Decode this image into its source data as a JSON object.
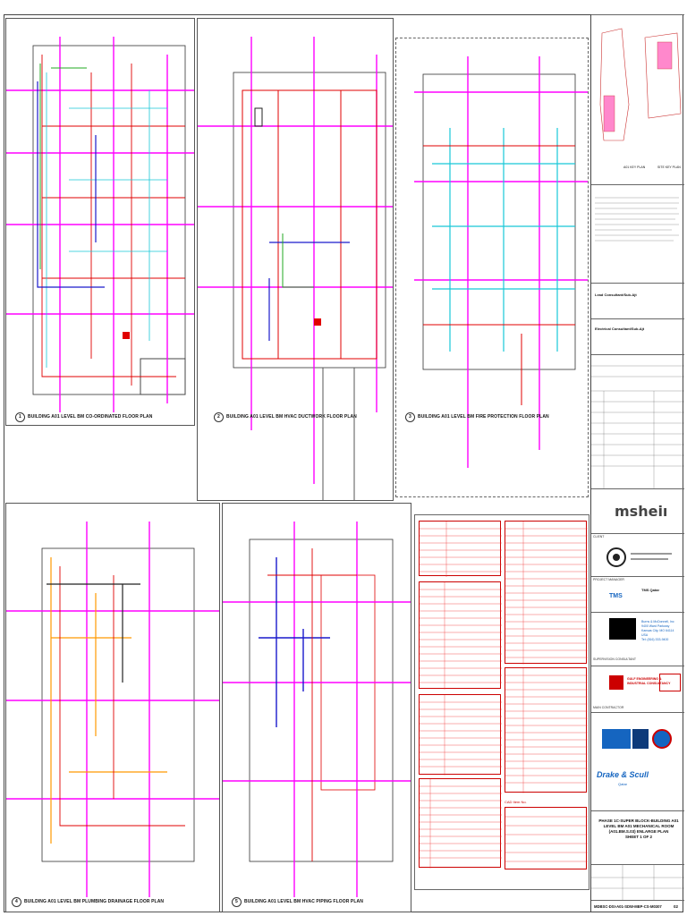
{
  "plans": {
    "p1": {
      "num": "1",
      "caption": "BUILDING A01 LEVEL BM CO-ORDINATED FLOOR PLAN"
    },
    "p2": {
      "num": "2",
      "caption": "BUILDING A01 LEVEL BM HVAC DUCTWORK FLOOR PLAN"
    },
    "p3": {
      "num": "3",
      "caption": "BUILDING A01 LEVEL BM FIRE PROTECTION FLOOR PLAN"
    },
    "p4": {
      "num": "4",
      "caption": "BUILDING A01 LEVEL BM PLUMBING DRAINAGE FLOOR PLAN"
    },
    "p5": {
      "num": "5",
      "caption": "BUILDING A01 LEVEL BM HVAC PIPING FLOOR PLAN"
    }
  },
  "keyplan": {
    "label_a": "A01 KEY PLAN",
    "label_b": "SITE KEY PLAN"
  },
  "titleblock": {
    "lead_consultant": "Lead Consultant/Sub-Ajt",
    "electrical_consultant": "Electrical Consultant/Sub-Ajt",
    "client_label": "CLIENT",
    "project_manager_label": "PROJECT MANAGER",
    "tms_name": "TMS Qatar",
    "burns_lines": [
      "Burns & McDonnell, Inc",
      "9400 Ward Parkway",
      "Kansas City, MO 64114",
      "USA",
      "Tel: (816) 333-9400"
    ],
    "supervision_label": "SUPERVISION CONSULTANT",
    "gulf_lines": [
      "GULF ENGINEERING &",
      "INDUSTRIAL CONSULTANCY"
    ],
    "main_contractor_label": "MAIN CONTRACTOR",
    "drake_name": "Drake & Scull",
    "drake_sub": "Qatar",
    "drawing_title_lines": [
      "PHASE 1C-SUPER BLOCK-BUILDING A01",
      "LEVEL BM A01 MECHANICAL ROOM",
      "(A01.BM.S.03) ENLARGE PLAN",
      "SHEET 1 OF 2"
    ],
    "doc_number": "MDBSC-DSI-A01-SDW-MEP-CS-M0307",
    "rev": "02"
  },
  "legend": {
    "cad_note": "CAD Item No."
  },
  "colors": {
    "magenta": "#ff00ff",
    "red": "#e00000",
    "cyan": "#18c8d8",
    "blue": "#1a1acc",
    "green": "#22aa22",
    "orange": "#ff9900",
    "dark": "#222222"
  }
}
